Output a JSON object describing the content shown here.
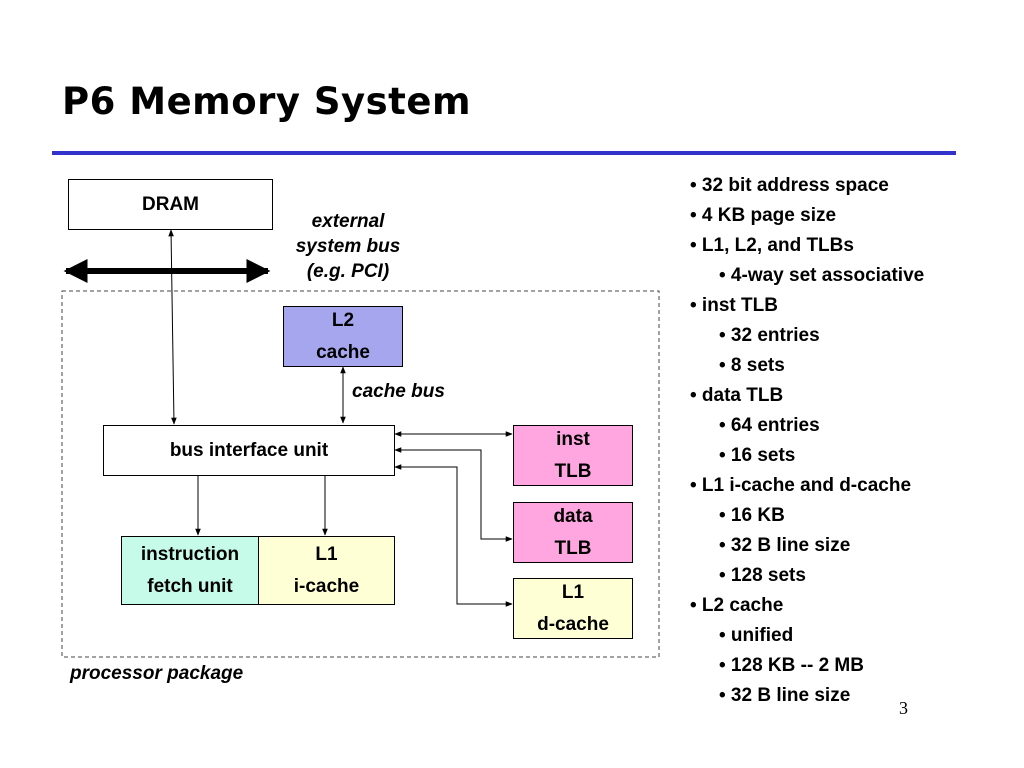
{
  "slide": {
    "title": "P6 Memory System",
    "page_number": "3"
  },
  "colors": {
    "title_rule": "#3333cc",
    "l2_cache": "#a6a6ee",
    "tlb": "#ffa6e0",
    "instruction_fetch": "#c7fbe9",
    "l1_cache": "#ffffd6"
  },
  "diagram": {
    "dram": "DRAM",
    "external_bus_label": [
      "external",
      "system bus",
      "(e.g. PCI)"
    ],
    "l2_cache": [
      "L2",
      "cache"
    ],
    "cache_bus_label": "cache bus",
    "bus_interface_unit": "bus interface unit",
    "inst_tlb": [
      "inst",
      "TLB"
    ],
    "data_tlb": [
      "data",
      "TLB"
    ],
    "instruction_fetch_unit": [
      "instruction",
      "fetch unit"
    ],
    "l1_icache": [
      "L1",
      "i-cache"
    ],
    "l1_dcache": [
      "L1",
      "d-cache"
    ],
    "processor_package_label": "processor package"
  },
  "bullets": [
    {
      "text": "• 32 bit address space",
      "level": 0
    },
    {
      "text": "• 4 KB page size",
      "level": 0
    },
    {
      "text": "• L1, L2, and TLBs",
      "level": 0
    },
    {
      "text": "• 4-way set associative",
      "level": 1
    },
    {
      "text": "• inst TLB",
      "level": 0
    },
    {
      "text": "• 32 entries",
      "level": 1
    },
    {
      "text": "• 8 sets",
      "level": 1
    },
    {
      "text": "• data TLB",
      "level": 0
    },
    {
      "text": "• 64 entries",
      "level": 1
    },
    {
      "text": "• 16 sets",
      "level": 1
    },
    {
      "text": "• L1 i-cache and d-cache",
      "level": 0
    },
    {
      "text": "• 16 KB",
      "level": 1
    },
    {
      "text": "• 32 B line size",
      "level": 1
    },
    {
      "text": "• 128 sets",
      "level": 1
    },
    {
      "text": "• L2 cache",
      "level": 0
    },
    {
      "text": "• unified",
      "level": 1
    },
    {
      "text": "• 128 KB -- 2 MB",
      "level": 1
    },
    {
      "text": "• 32 B line size",
      "level": 1
    }
  ]
}
